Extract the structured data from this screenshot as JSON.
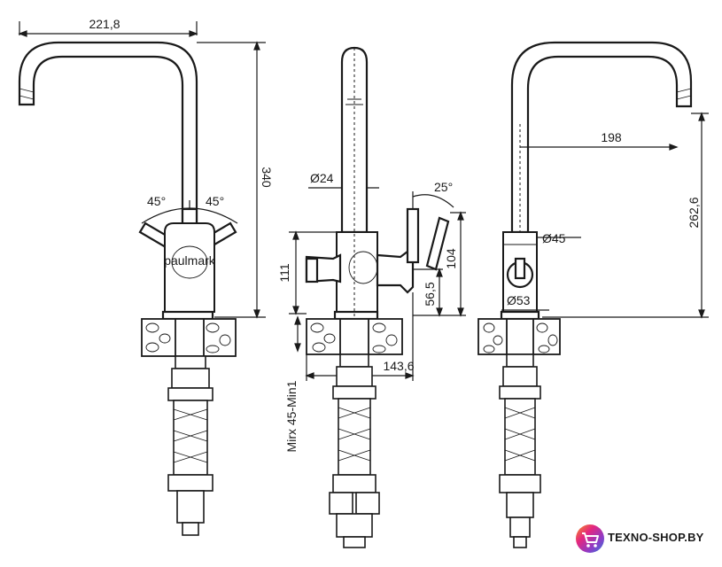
{
  "dimensions": {
    "spout_reach_left": "221,8",
    "height_total": "340",
    "angle_left": "45°",
    "angle_right": "45°",
    "diameter_spout": "Ø24",
    "angle_lever": "25°",
    "height_body": "111",
    "height_lever": "104",
    "height_outlet": "56,5",
    "depth_side": "143,6",
    "mount_thickness": "Mirx 45-Min1",
    "reach_right": "198",
    "height_right": "262,6",
    "diameter_body": "Ø45",
    "diameter_base": "Ø53"
  },
  "brand_mark": "paulmark",
  "logo": {
    "text": "TEXNO-SHOP.BY",
    "icon": "shopping-cart-icon",
    "colors": [
      "#f7931e",
      "#e4267f",
      "#8c3cc8",
      "#2f7bd6"
    ]
  }
}
